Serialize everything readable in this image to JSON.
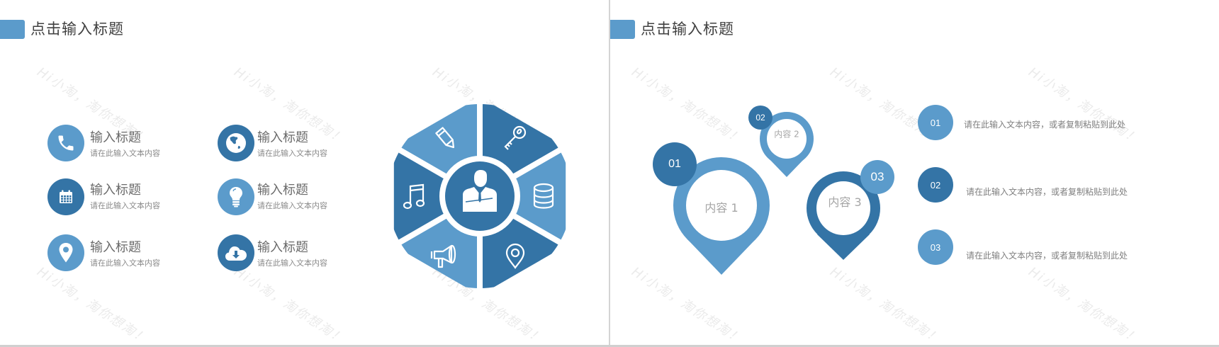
{
  "colors": {
    "light": "#5B9BCB",
    "dark": "#3474A6",
    "title_text": "#404040",
    "sub_text": "#7F7F7F"
  },
  "watermark": "Hi小淘，淘你想淘！",
  "left_slide": {
    "title": "点击输入标题",
    "items": [
      {
        "icon": "phone-icon",
        "title": "输入标题",
        "subtitle": "请在此输入文本内容",
        "color": "light"
      },
      {
        "icon": "calendar-icon",
        "title": "输入标题",
        "subtitle": "请在此输入文本内容",
        "color": "dark"
      },
      {
        "icon": "map-pin-icon",
        "title": "输入标题",
        "subtitle": "请在此输入文本内容",
        "color": "light"
      },
      {
        "icon": "globe-icon",
        "title": "输入标题",
        "subtitle": "请在此输入文本内容",
        "color": "dark"
      },
      {
        "icon": "lightbulb-icon",
        "title": "输入标题",
        "subtitle": "请在此输入文本内容",
        "color": "light"
      },
      {
        "icon": "cloud-download-icon",
        "title": "输入标题",
        "subtitle": "请在此输入文本内容",
        "color": "dark"
      }
    ],
    "wheel": {
      "center_icon": "businessman-icon",
      "segments": [
        {
          "icon": "pencil-icon",
          "color": "light"
        },
        {
          "icon": "key-icon",
          "color": "dark"
        },
        {
          "icon": "database-icon",
          "color": "light"
        },
        {
          "icon": "location-pin-icon",
          "color": "dark"
        },
        {
          "icon": "megaphone-icon",
          "color": "light"
        },
        {
          "icon": "music-note-icon",
          "color": "dark"
        }
      ]
    }
  },
  "right_slide": {
    "title": "点击输入标题",
    "pins": [
      {
        "badge": "01",
        "label": "内容 1"
      },
      {
        "badge": "02",
        "label": "内容 2"
      },
      {
        "badge": "03",
        "label": "内容 3"
      }
    ],
    "list": [
      {
        "number": "01",
        "text": "请在此输入文本内容，或者复制粘贴到此处"
      },
      {
        "number": "02",
        "text": "请在此输入文本内容，或者复制粘贴到此处"
      },
      {
        "number": "03",
        "text": "请在此输入文本内容，或者复制粘贴到此处"
      }
    ]
  }
}
